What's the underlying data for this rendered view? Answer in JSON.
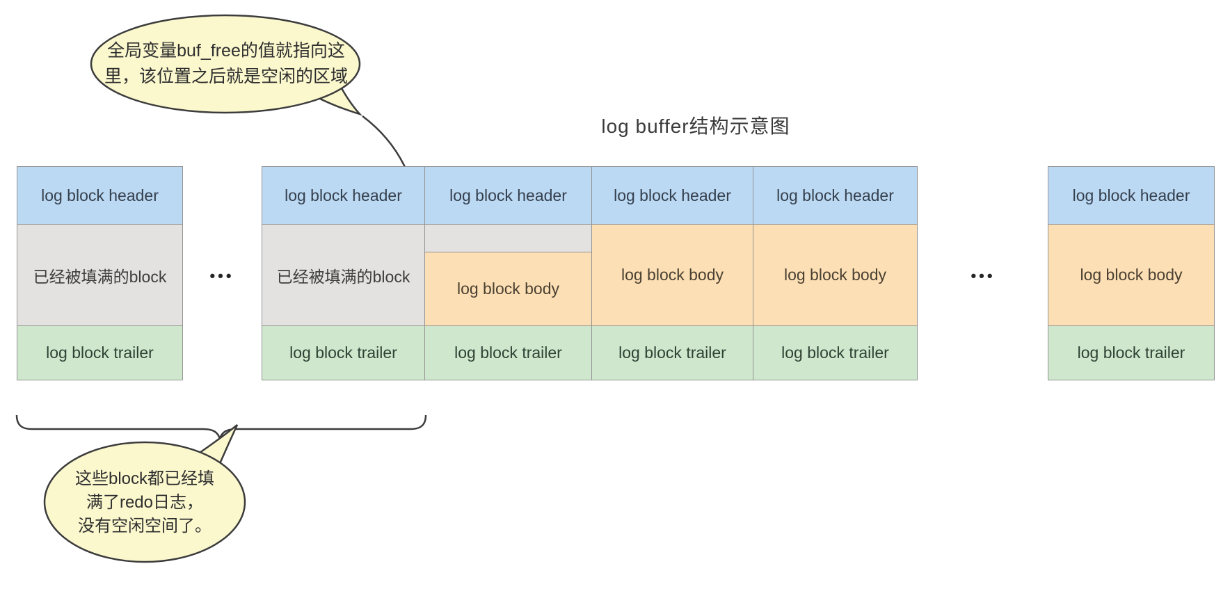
{
  "title": "log buffer结构示意图",
  "labels": {
    "ellipsis": "•••"
  },
  "blocks": [
    {
      "header": "log block header",
      "body": "已经被填满的block",
      "trailer": "log block trailer",
      "body_type": "filled"
    },
    {
      "header": "log block header",
      "body": "已经被填满的block",
      "trailer": "log block trailer",
      "body_type": "filled"
    },
    {
      "header": "log block header",
      "body": "log block body",
      "trailer": "log block trailer",
      "body_type": "partially-filled"
    },
    {
      "header": "log block header",
      "body": "log block body",
      "trailer": "log block trailer",
      "body_type": "free"
    },
    {
      "header": "log block header",
      "body": "log block body",
      "trailer": "log block trailer",
      "body_type": "free"
    },
    {
      "header": "log block header",
      "body": "log block body",
      "trailer": "log block trailer",
      "body_type": "free"
    }
  ],
  "callouts": {
    "buf_free": {
      "lines": [
        "全局变量buf_free的值就指向这",
        "里，该位置之后就是空闲的区域"
      ]
    },
    "filled_blocks": {
      "lines": [
        "这些block都已经填",
        "满了redo日志，",
        "没有空闲空间了。"
      ]
    }
  },
  "colors": {
    "header-fill": "#bcd9f4",
    "filled-fill": "#e3e2e0",
    "free-fill": "#fcdfb4",
    "trailer-fill": "#cfe7cd",
    "bubble-fill": "#fbf8ce",
    "border": "#949494",
    "ink": "#3d3d3d",
    "annotation": "#3c3c3c"
  }
}
